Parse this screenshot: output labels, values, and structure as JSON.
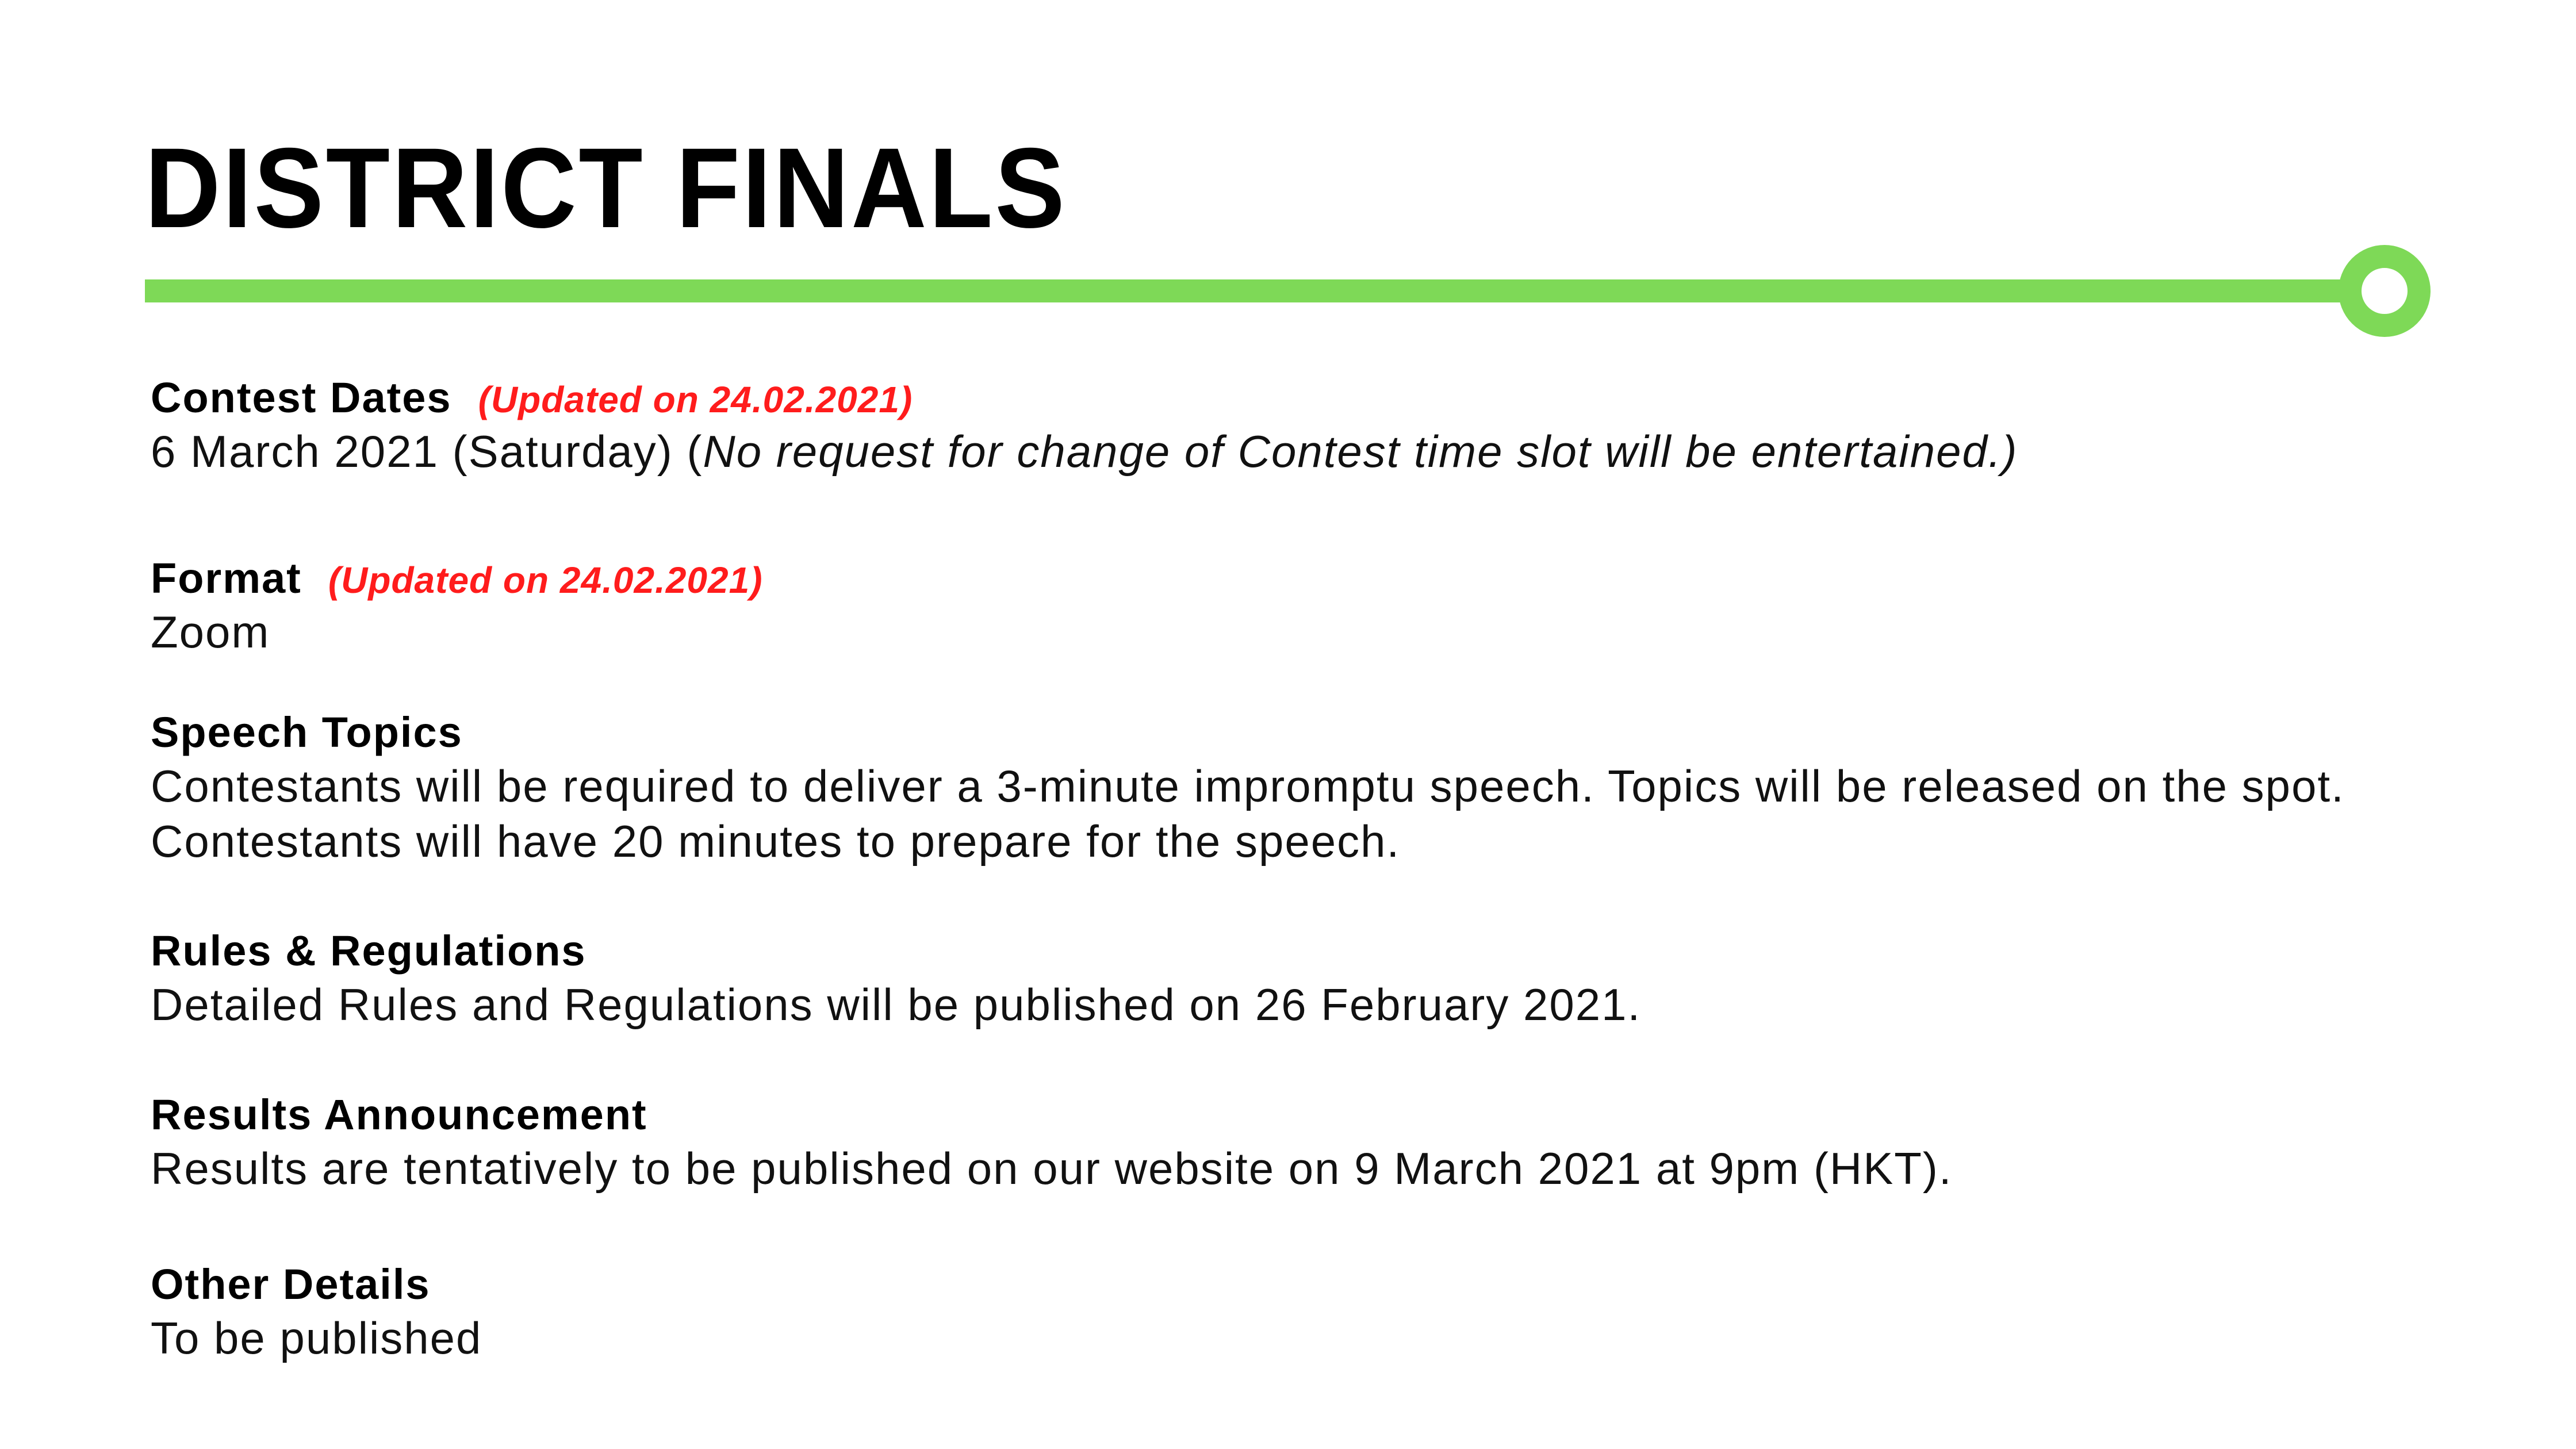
{
  "page": {
    "title": "DISTRICT FINALS",
    "accent_color": "#7ed957",
    "note_color": "#ff1c1c"
  },
  "sections": {
    "contest_dates": {
      "heading": "Contest Dates",
      "note": "(Updated on 24.02.2021)",
      "body_plain": "6 March 2021 (Saturday) (",
      "body_italic": "No request for change of Contest time slot will be entertained.)"
    },
    "format": {
      "heading": "Format",
      "note": "(Updated on 24.02.2021)",
      "body": "Zoom"
    },
    "speech_topics": {
      "heading": "Speech Topics",
      "body": "Contestants will be required to deliver a 3-minute impromptu speech. Topics will be released on the spot. Contestants will have 20 minutes to prepare for the speech."
    },
    "rules": {
      "heading": "Rules & Regulations",
      "body": "Detailed Rules and Regulations will be published on 26 February 2021."
    },
    "results": {
      "heading": "Results Announcement",
      "body": "Results are tentatively to be published on our website on 9 March 2021 at 9pm (HKT)."
    },
    "other": {
      "heading": "Other Details",
      "body": "To be published"
    }
  }
}
